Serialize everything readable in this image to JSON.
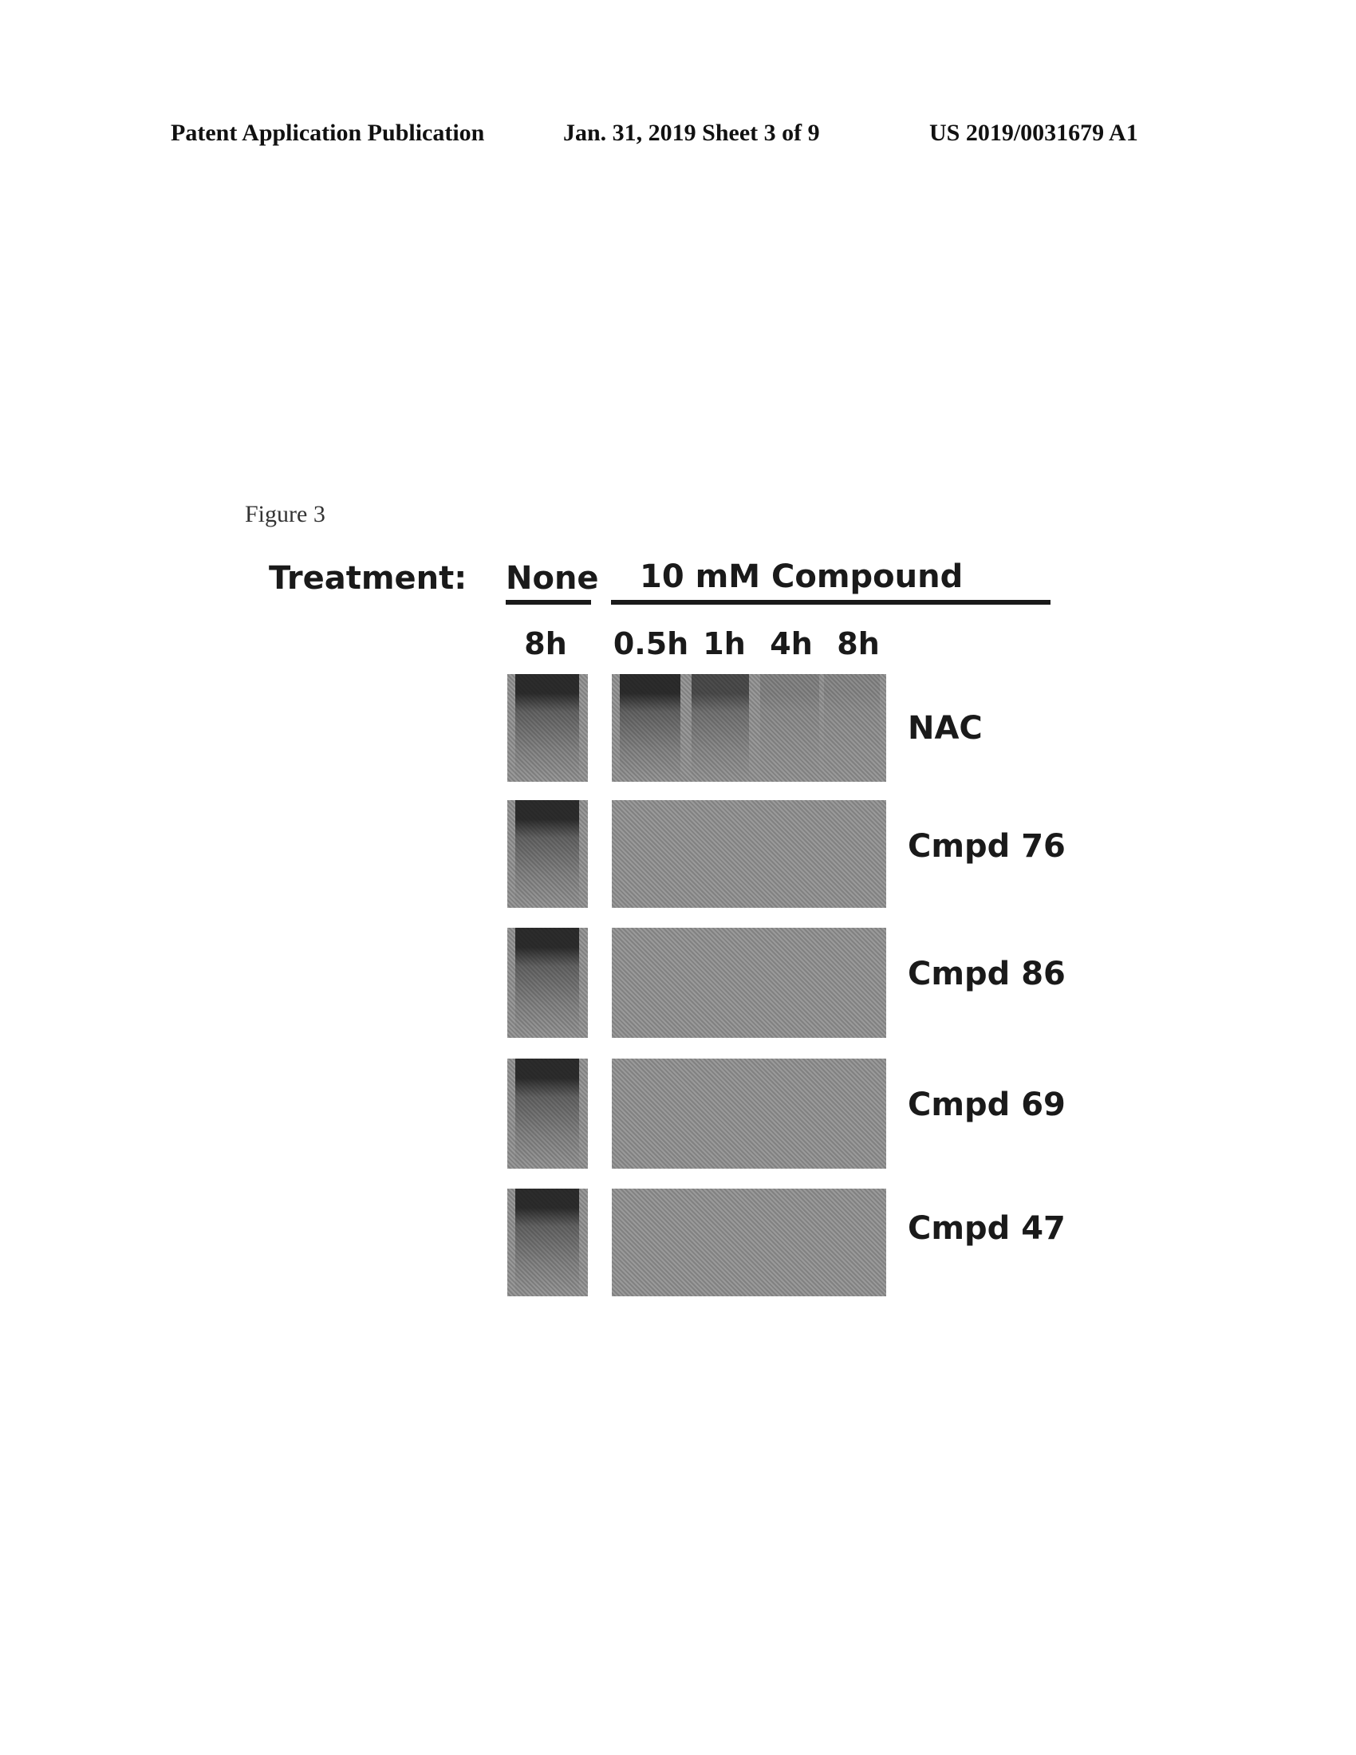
{
  "header": {
    "left": "Patent Application Publication",
    "center": "Jan. 31, 2019  Sheet 3 of 9",
    "right": "US 2019/0031679 A1"
  },
  "figure_label": "Figure 3",
  "blot": {
    "treatment_label": "Treatment:",
    "group_none": "None",
    "group_compound": "10 mM Compound",
    "times": {
      "none": "8h",
      "compound": [
        "0.5h",
        "1h",
        "4h",
        "8h"
      ]
    },
    "rows": [
      {
        "compound": "NAC",
        "control_band": 0.85,
        "lane_bands": [
          0.85,
          0.6,
          0.15,
          0.1
        ]
      },
      {
        "compound": "Cmpd 76",
        "control_band": 0.85,
        "lane_bands": [
          0,
          0,
          0,
          0
        ]
      },
      {
        "compound": "Cmpd 86",
        "control_band": 0.85,
        "lane_bands": [
          0,
          0,
          0,
          0
        ]
      },
      {
        "compound": "Cmpd 69",
        "control_band": 0.85,
        "lane_bands": [
          0,
          0,
          0,
          0
        ]
      },
      {
        "compound": "Cmpd 47",
        "control_band": 0.85,
        "lane_bands": [
          0,
          0,
          0,
          0
        ]
      }
    ]
  }
}
